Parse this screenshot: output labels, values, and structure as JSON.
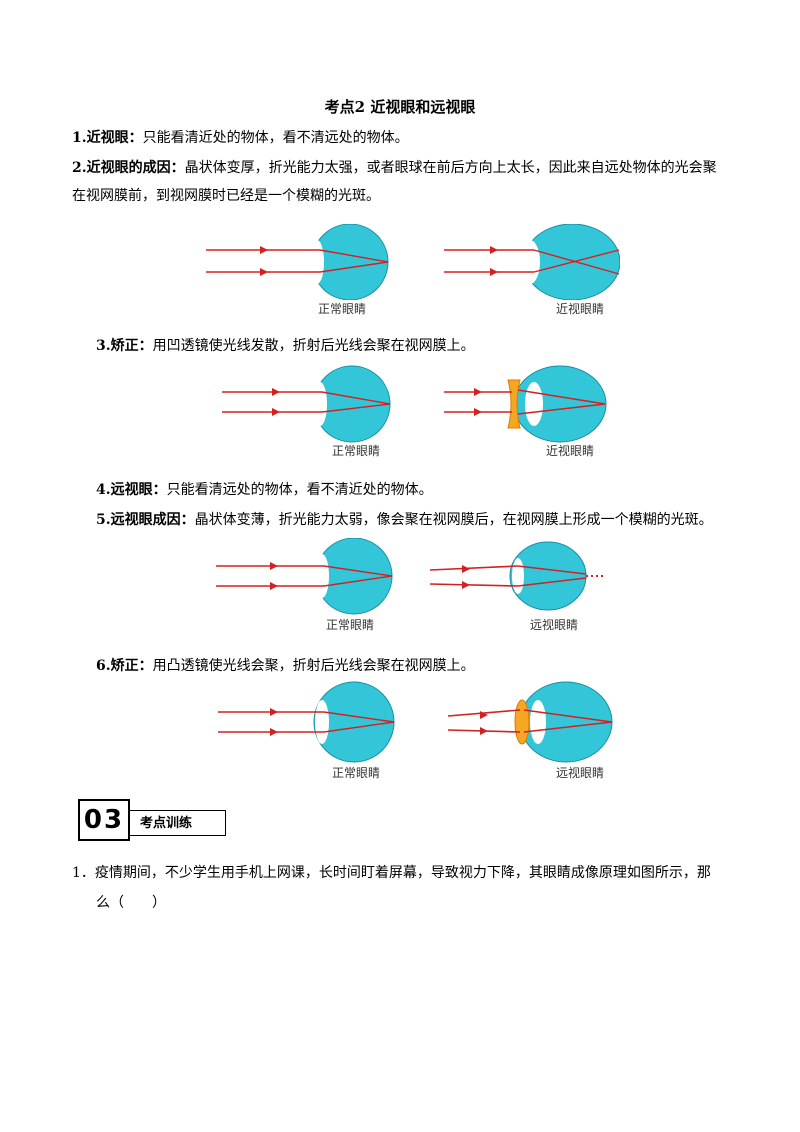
{
  "title": "考点2 近视眼和远视眼",
  "items": [
    {
      "label": "1.近视眼：",
      "text": "只能看清近处的物体，看不清远处的物体。"
    },
    {
      "label": "2.近视眼的成因：",
      "text": "晶状体变厚，折光能力太强，或者眼球在前后方向上太长，因此来自远处物体的光会聚",
      "text2": "在视网膜前，到视网膜时已经是一个模糊的光斑。"
    },
    {
      "label": "3.矫正：",
      "text": "用凹透镜使光线发散，折射后光线会聚在视网膜上。"
    },
    {
      "label": "4.远视眼：",
      "text": "只能看清远处的物体，看不清近处的物体。"
    },
    {
      "label": "5.远视眼成因：",
      "text": "晶状体变薄，折光能力太弱，像会聚在视网膜后，在视网膜上形成一个模糊的光斑。"
    },
    {
      "label": "6.矫正：",
      "text": "用凸透镜使光线会聚，折射后光线会聚在视网膜上。"
    }
  ],
  "figure_labels": {
    "fig1_left": "正常眼睛",
    "fig1_right": "近视眼睛",
    "fig2_left": "正常眼睛",
    "fig2_right": "近视眼睛",
    "fig3_left": "正常眼睛",
    "fig3_right": "远视眼睛",
    "fig4_left": "正常眼睛",
    "fig4_right": "远视眼睛"
  },
  "section": {
    "number": "03",
    "label": "考点训练"
  },
  "question": {
    "line1": "1．疫情期间，不少学生用手机上网课，长时间盯着屏幕，导致视力下降，其眼睛成像原理如图所示，那",
    "line2": "么（　　）"
  },
  "colors": {
    "eye": "#33c6d8",
    "eye_stroke": "#1a8fa3",
    "ray": "#d42020",
    "lens": "#f5a623"
  }
}
